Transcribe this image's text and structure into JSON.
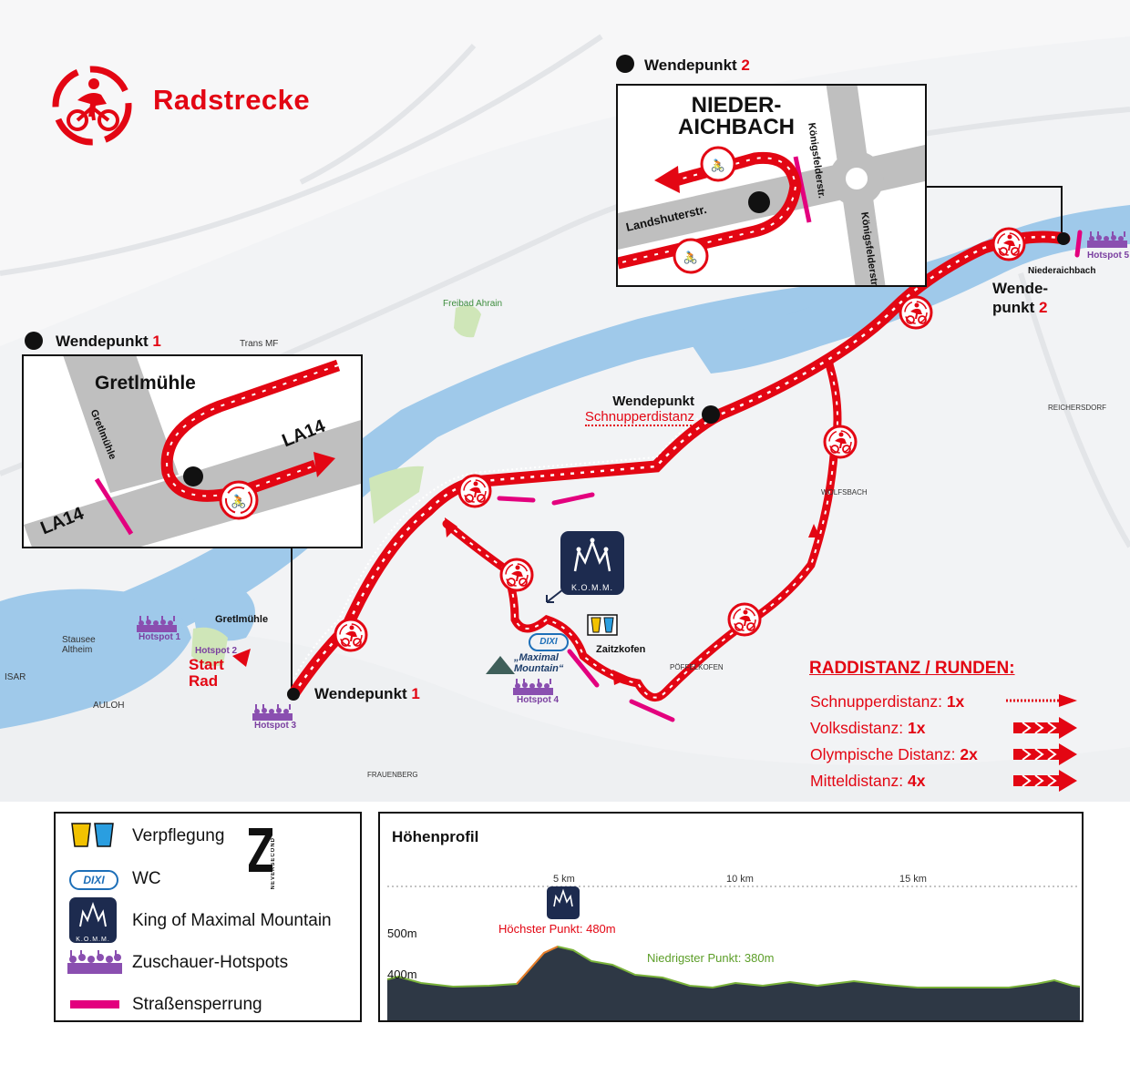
{
  "title": "Radstrecke",
  "turnpoints": {
    "wp1_header": {
      "label": "Wendepunkt",
      "num": "1"
    },
    "wp2_header": {
      "label": "Wendepunkt",
      "num": "2"
    },
    "wp1_map": {
      "label": "Wendepunkt",
      "num": "1"
    },
    "wp2_map_line1": "Wende-",
    "wp2_map_line2": "punkt",
    "wp2_map_num": "2",
    "schnupper_title": "Wendepunkt",
    "schnupper_sub": "Schnupperdistanz"
  },
  "inset1": {
    "title": "Gretlmühle",
    "road_a": "LA14",
    "road_b": "LA14",
    "side_road": "Gretlmühle"
  },
  "inset2": {
    "title_line1": "NIEDER-",
    "title_line2": "AICHBACH",
    "road_a": "Landshuterstr.",
    "road_b": "Königsfelderstr.",
    "road_c": "Königsfelderstr."
  },
  "places": {
    "gretlmuehle": "Gretlmühle",
    "start_line1": "Start",
    "start_line2": "Rad",
    "zaitzkofen": "Zaitzkofen",
    "niederaichbach": "Niederaichbach",
    "maximal_mountain_line1": "„Maximal",
    "maximal_mountain_line2": "Mountain“",
    "stausee": "Stausee",
    "altheim": "Altheim",
    "isar": "ISAR",
    "auloh": "AULOH",
    "freibad": "Freibad Ahrain",
    "trans": "Trans MF",
    "wolfsbach": "WOLFSBACH",
    "poeffelkofen": "PÖFFELKOFEN",
    "reichersdorf": "REICHERSDORF",
    "frauenberg": "FRAUENBERG"
  },
  "hotspots": [
    "Hotspot 1",
    "Hotspot 2",
    "Hotspot 3",
    "Hotspot 4",
    "Hotspot 5"
  ],
  "komm_label": "K.O.M.M.",
  "dixi_label": "DIXI",
  "distances": {
    "heading": "RADDISTANZ / RUNDEN:",
    "rows": [
      {
        "name": "Schnupperdistanz:",
        "laps": "1x",
        "style": "dotted"
      },
      {
        "name": "Volksdistanz:",
        "laps": "1x",
        "style": "single"
      },
      {
        "name": "Olympische Distanz:",
        "laps": "2x",
        "style": "double"
      },
      {
        "name": "Mitteldistanz:",
        "laps": "4x",
        "style": "quad"
      }
    ]
  },
  "legend": {
    "items": [
      {
        "icon": "drink-cups-icon",
        "label": "Verpflegung"
      },
      {
        "icon": "dixi-toilet-icon",
        "label": "WC"
      },
      {
        "icon": "komm-crown-icon",
        "label": "King of Maximal Mountain"
      },
      {
        "icon": "spectators-icon",
        "label": "Zuschauer-Hotspots"
      },
      {
        "icon": "road-closure-icon",
        "label": "Straßensperrung"
      }
    ],
    "sponsor": "NEVERSECOND"
  },
  "profile": {
    "title": "Höhenprofil",
    "x_ticks": [
      "5 km",
      "10 km",
      "15 km"
    ],
    "y_ticks": [
      "500m",
      "400m"
    ],
    "highest": "Höchster Punkt: 480m",
    "lowest": "Niedrigster Punkt: 380m"
  },
  "colors": {
    "red": "#e30613",
    "magenta": "#e3007e",
    "purple": "#7a3fa0",
    "navy": "#1d2b4f",
    "water": "#9fc9ea"
  }
}
